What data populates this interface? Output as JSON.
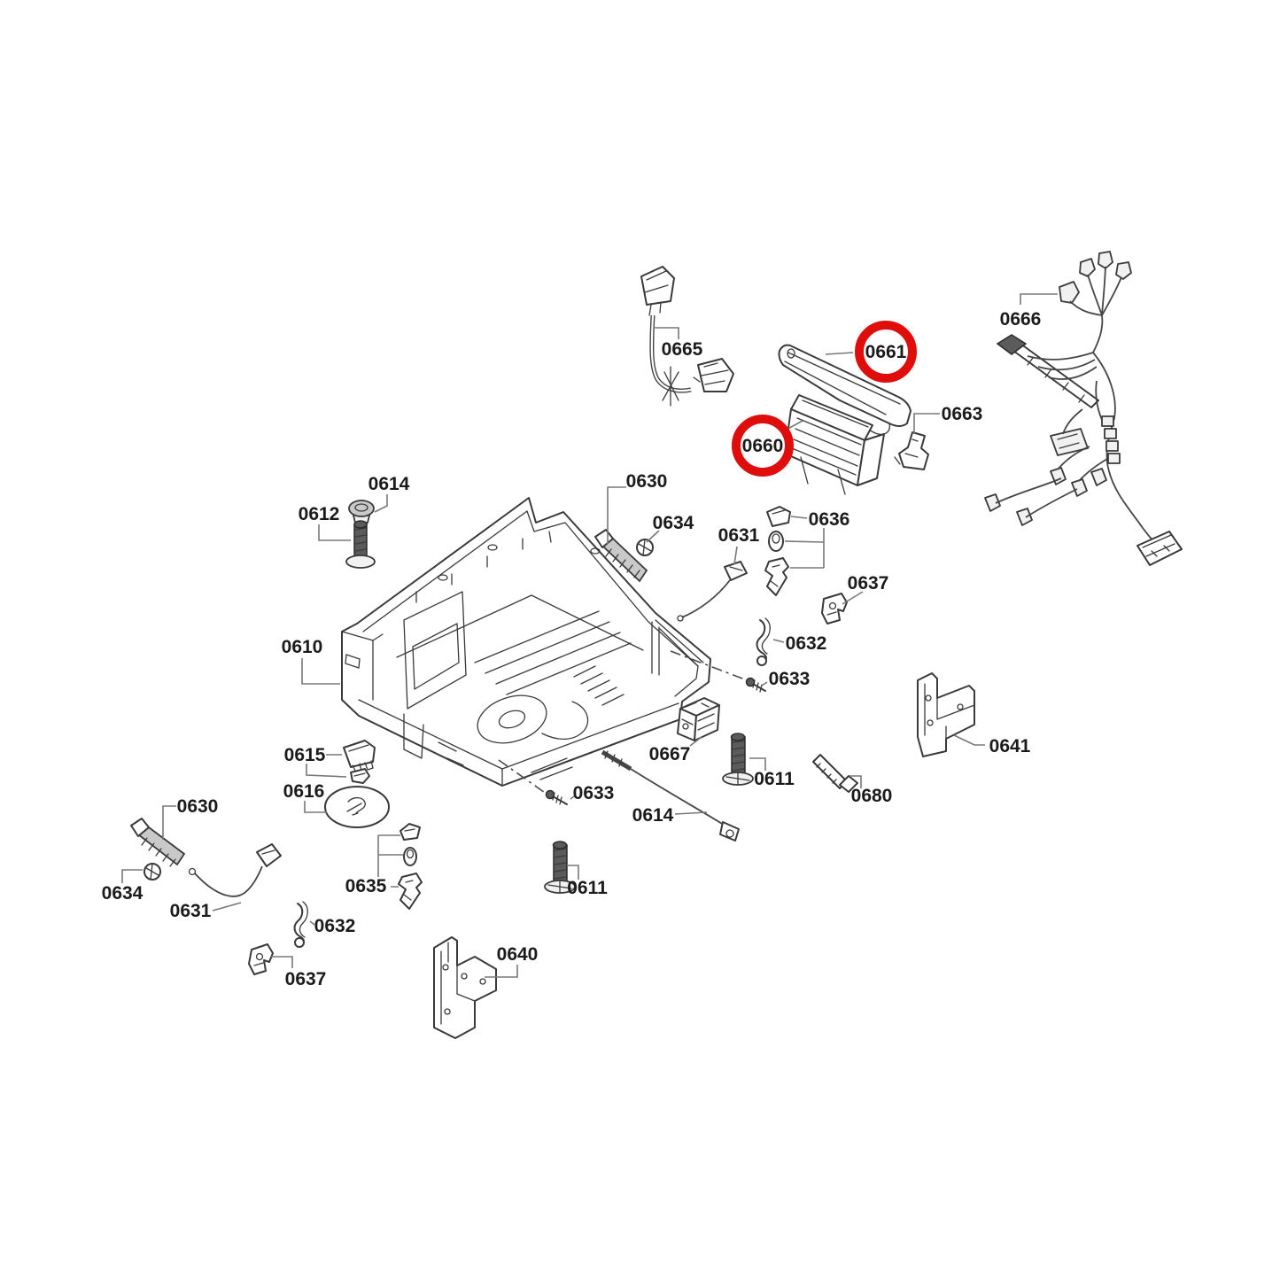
{
  "diagram": {
    "kind": "exploded-parts-diagram",
    "subject": "dishwasher-base-assembly",
    "background_color": "#ffffff",
    "line_color": "#3a3a3a",
    "label_color": "#1b1b1b",
    "highlight_color": "#e00d0d",
    "highlighted_labels": [
      "0661",
      "0660"
    ]
  },
  "labels": [
    {
      "part": "0665",
      "text": "0665",
      "highlighted": false
    },
    {
      "part": "0661",
      "text": "0661",
      "highlighted": true
    },
    {
      "part": "0660",
      "text": "0660",
      "highlighted": true
    },
    {
      "part": "0663",
      "text": "0663",
      "highlighted": false
    },
    {
      "part": "0666",
      "text": "0666",
      "highlighted": false
    },
    {
      "part": "0614",
      "text": "0614",
      "highlighted": false
    },
    {
      "part": "0612",
      "text": "0612",
      "highlighted": false
    },
    {
      "part": "0630",
      "text": "0630",
      "highlighted": false
    },
    {
      "part": "0634",
      "text": "0634",
      "highlighted": false
    },
    {
      "part": "0631",
      "text": "0631",
      "highlighted": false
    },
    {
      "part": "0636",
      "text": "0636",
      "highlighted": false
    },
    {
      "part": "0637",
      "text": "0637",
      "highlighted": false
    },
    {
      "part": "0632",
      "text": "0632",
      "highlighted": false
    },
    {
      "part": "0610",
      "text": "0610",
      "highlighted": false
    },
    {
      "part": "0633",
      "text": "0633",
      "highlighted": false
    },
    {
      "part": "0667",
      "text": "0667",
      "highlighted": false
    },
    {
      "part": "0611",
      "text": "0611",
      "highlighted": false
    },
    {
      "part": "0641",
      "text": "0641",
      "highlighted": false
    },
    {
      "part": "0680",
      "text": "0680",
      "highlighted": false
    },
    {
      "part": "0615",
      "text": "0615",
      "highlighted": false
    },
    {
      "part": "0616",
      "text": "0616",
      "highlighted": false
    },
    {
      "part": "0633",
      "text": "0633",
      "highlighted": false
    },
    {
      "part": "0614",
      "text": "0614",
      "highlighted": false
    },
    {
      "part": "0630",
      "text": "0630",
      "highlighted": false
    },
    {
      "part": "0634",
      "text": "0634",
      "highlighted": false
    },
    {
      "part": "0631",
      "text": "0631",
      "highlighted": false
    },
    {
      "part": "0635",
      "text": "0635",
      "highlighted": false
    },
    {
      "part": "0632",
      "text": "0632",
      "highlighted": false
    },
    {
      "part": "0611",
      "text": "0611",
      "highlighted": false
    },
    {
      "part": "0637",
      "text": "0637",
      "highlighted": false
    },
    {
      "part": "0640",
      "text": "0640",
      "highlighted": false
    }
  ]
}
